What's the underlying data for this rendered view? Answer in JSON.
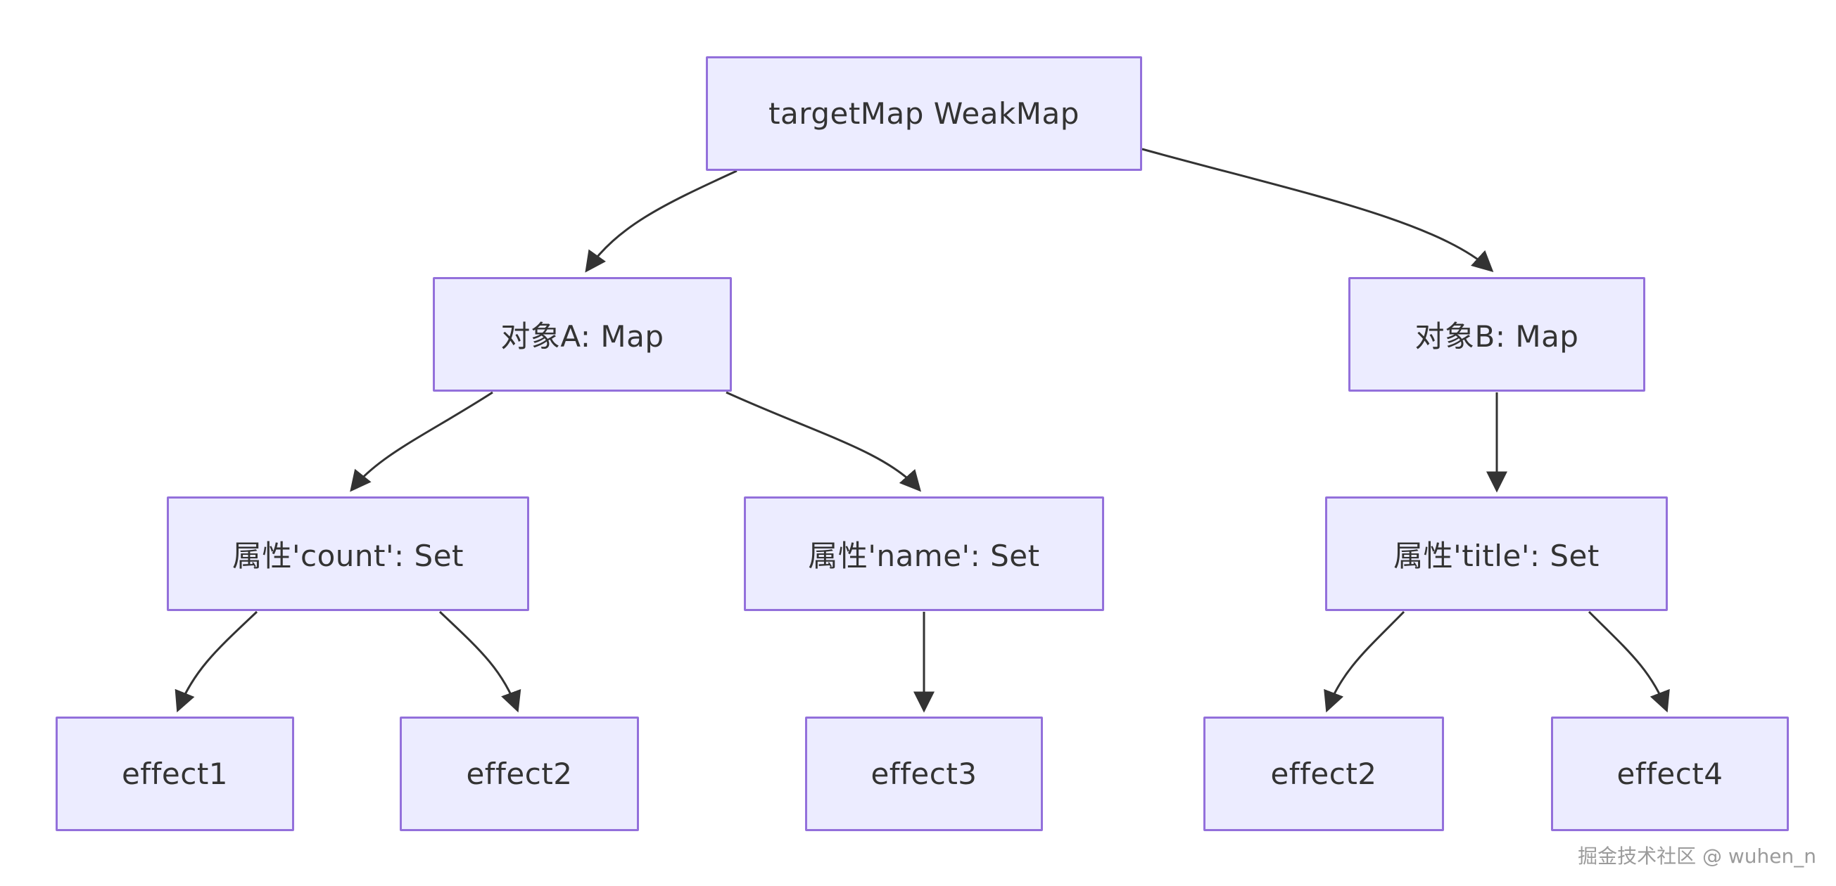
{
  "diagram": {
    "type": "tree",
    "description": "Vue reactivity dependency storage structure: targetMap WeakMap -> per-object Map -> per-key Set -> effects",
    "colors": {
      "node_fill": "#ECECFF",
      "node_border": "#9370DB",
      "edge": "#333333",
      "text": "#333333",
      "background": "#ffffff"
    },
    "nodes": [
      {
        "id": "targetmap",
        "label": "targetMap WeakMap"
      },
      {
        "id": "obja",
        "label": "对象A: Map"
      },
      {
        "id": "objb",
        "label": "对象B: Map"
      },
      {
        "id": "count",
        "label": "属性'count': Set"
      },
      {
        "id": "name",
        "label": "属性'name': Set"
      },
      {
        "id": "title",
        "label": "属性'title': Set"
      },
      {
        "id": "effect1",
        "label": "effect1"
      },
      {
        "id": "effect2a",
        "label": "effect2"
      },
      {
        "id": "effect3",
        "label": "effect3"
      },
      {
        "id": "effect2b",
        "label": "effect2"
      },
      {
        "id": "effect4",
        "label": "effect4"
      }
    ],
    "edges": [
      {
        "from": "targetmap",
        "to": "obja"
      },
      {
        "from": "targetmap",
        "to": "objb"
      },
      {
        "from": "obja",
        "to": "count"
      },
      {
        "from": "obja",
        "to": "name"
      },
      {
        "from": "objb",
        "to": "title"
      },
      {
        "from": "count",
        "to": "effect1"
      },
      {
        "from": "count",
        "to": "effect2a"
      },
      {
        "from": "name",
        "to": "effect3"
      },
      {
        "from": "title",
        "to": "effect2b"
      },
      {
        "from": "title",
        "to": "effect4"
      }
    ]
  },
  "watermark": "掘金技术社区 @ wuhen_n"
}
